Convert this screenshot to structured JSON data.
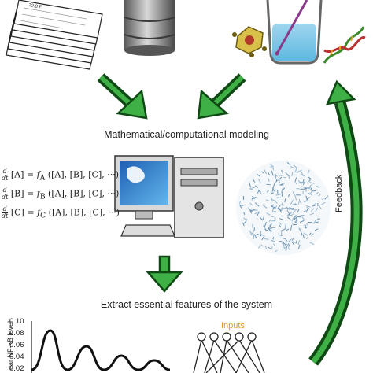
{
  "labels": {
    "modeling": "Mathematical/computational modeling",
    "extract": "Extract essential features of the system",
    "feedback": "Feedback",
    "inputs": "Inputs",
    "ylabel": "ear NF-κB level"
  },
  "equations": [
    {
      "num": "d",
      "den": "dt",
      "lhs": "[A] =",
      "fn": "f",
      "sub": "A",
      "args": "([A], [B], [C], ···)"
    },
    {
      "num": "d",
      "den": "dt",
      "lhs": "[B] =",
      "fn": "f",
      "sub": "B",
      "args": "([A], [B], [C], ···)"
    },
    {
      "num": "d",
      "den": "dt",
      "lhs": "[C] =",
      "fn": "f",
      "sub": "C",
      "args": "([A], [B], [C], ···)"
    }
  ],
  "plot": {
    "y_ticks": [
      "0.10",
      "0.08",
      "0.06",
      "0.04",
      "0.02"
    ]
  },
  "doc_header_text": "72.8 F",
  "colors": {
    "arrow_green": "#2f9a34",
    "arrow_dark": "#0f4a14",
    "inputs_orange": "#e39a1c",
    "screen_blue": "#2a78c8"
  }
}
